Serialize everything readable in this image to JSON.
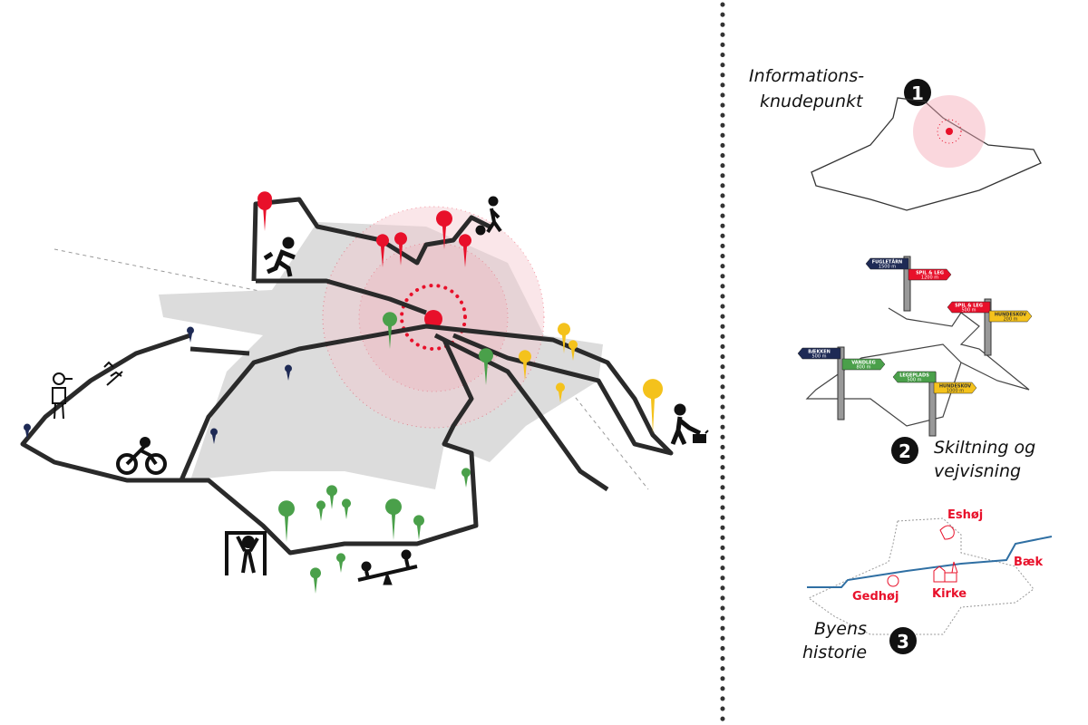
{
  "colors": {
    "red": "#e8102a",
    "green": "#4aa04a",
    "yellow": "#f4c21c",
    "navy": "#1e2a55",
    "route": "#2a2a2a",
    "town": "#d9d9d9",
    "stream": "#2f6fa3"
  },
  "panels": [
    {
      "number": "1",
      "title_line1": "Informations-",
      "title_line2": "knudepunkt"
    },
    {
      "number": "2",
      "title_line1": "Skiltning og",
      "title_line2": "vejvisning"
    },
    {
      "number": "3",
      "title_line1": "Byens",
      "title_line2": "historie"
    }
  ],
  "signs": [
    {
      "label": "FUGLETÅRN",
      "distance": "1500 m",
      "color": "navy"
    },
    {
      "label": "SPIL & LEG",
      "distance": "1200 m",
      "color": "red"
    },
    {
      "label": "SPIL & LEG",
      "distance": "500 m",
      "color": "red"
    },
    {
      "label": "HUNDESKOV",
      "distance": "200 m",
      "color": "yellow"
    },
    {
      "label": "BÆKKEN",
      "distance": "500 m",
      "color": "navy"
    },
    {
      "label": "VANDLEG",
      "distance": "800 m",
      "color": "green"
    },
    {
      "label": "LEGEPLADS",
      "distance": "500 m",
      "color": "green"
    },
    {
      "label": "HUNDESKOV",
      "distance": "1000 m",
      "color": "yellow"
    }
  ],
  "history_labels": {
    "hill1": "Eshøj",
    "stream": "Bæk",
    "hill2": "Gedhøj",
    "church": "Kirke"
  },
  "icons": [
    "running-person-icon",
    "walking-person-icon",
    "binoculars-person-icon",
    "birds-icon",
    "cyclist-icon",
    "fitness-frame-icon",
    "seesaw-icon",
    "dog-walker-icon"
  ]
}
